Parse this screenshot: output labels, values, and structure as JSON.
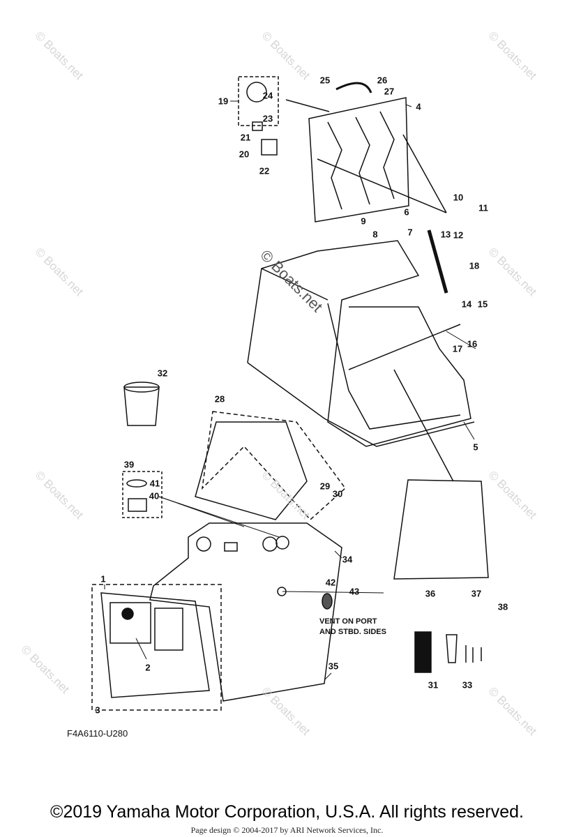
{
  "diagram": {
    "code": "F4A6110-U280",
    "note_lines": [
      "VENT ON PORT",
      "AND STBD. SIDES"
    ],
    "watermark": "© Boats.net",
    "callouts": [
      "19",
      "24",
      "23",
      "21",
      "20",
      "22",
      "25",
      "26",
      "27",
      "4",
      "10",
      "11",
      "9",
      "6",
      "8",
      "7",
      "13",
      "12",
      "18",
      "14",
      "15",
      "17",
      "16",
      "32",
      "28",
      "5",
      "39",
      "41",
      "40",
      "29",
      "30",
      "34",
      "1",
      "42",
      "43",
      "36",
      "37",
      "38",
      "2",
      "35",
      "31",
      "33",
      "3"
    ]
  },
  "footer": {
    "copyright": "©2019 Yamaha Motor Corporation, U.S.A. All rights reserved.",
    "page_design": "Page design © 2004-2017 by ARI Network Services, Inc."
  }
}
